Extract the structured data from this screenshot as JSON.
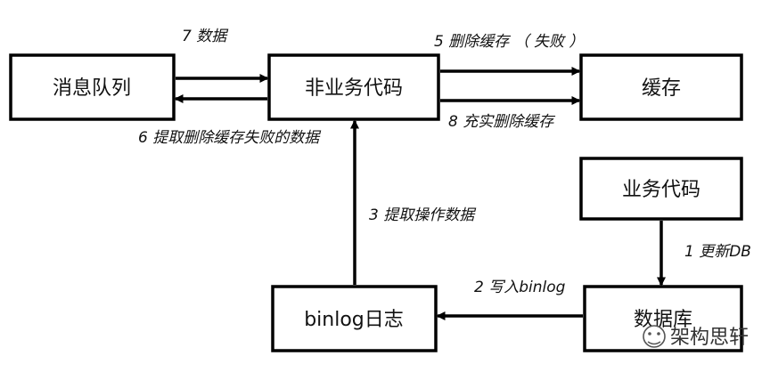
{
  "nodes": {
    "message_queue": "消息队列",
    "non_business_code": "非业务代码",
    "cache": "缓存",
    "business_code": "业务代码",
    "database": "数据库",
    "binlog_log": "binlog日志"
  },
  "edges": {
    "e7": "7 数据",
    "e6": "6 提取删除缓存失败的数据",
    "e5": "5 删除缓存 （ 失败 ）",
    "e8": "8 充实删除缓存",
    "e3": "3 提取操作数据",
    "e1": "1 更新DB",
    "e2": "2 写入binlog"
  },
  "watermark": {
    "text": "架构思轩"
  }
}
